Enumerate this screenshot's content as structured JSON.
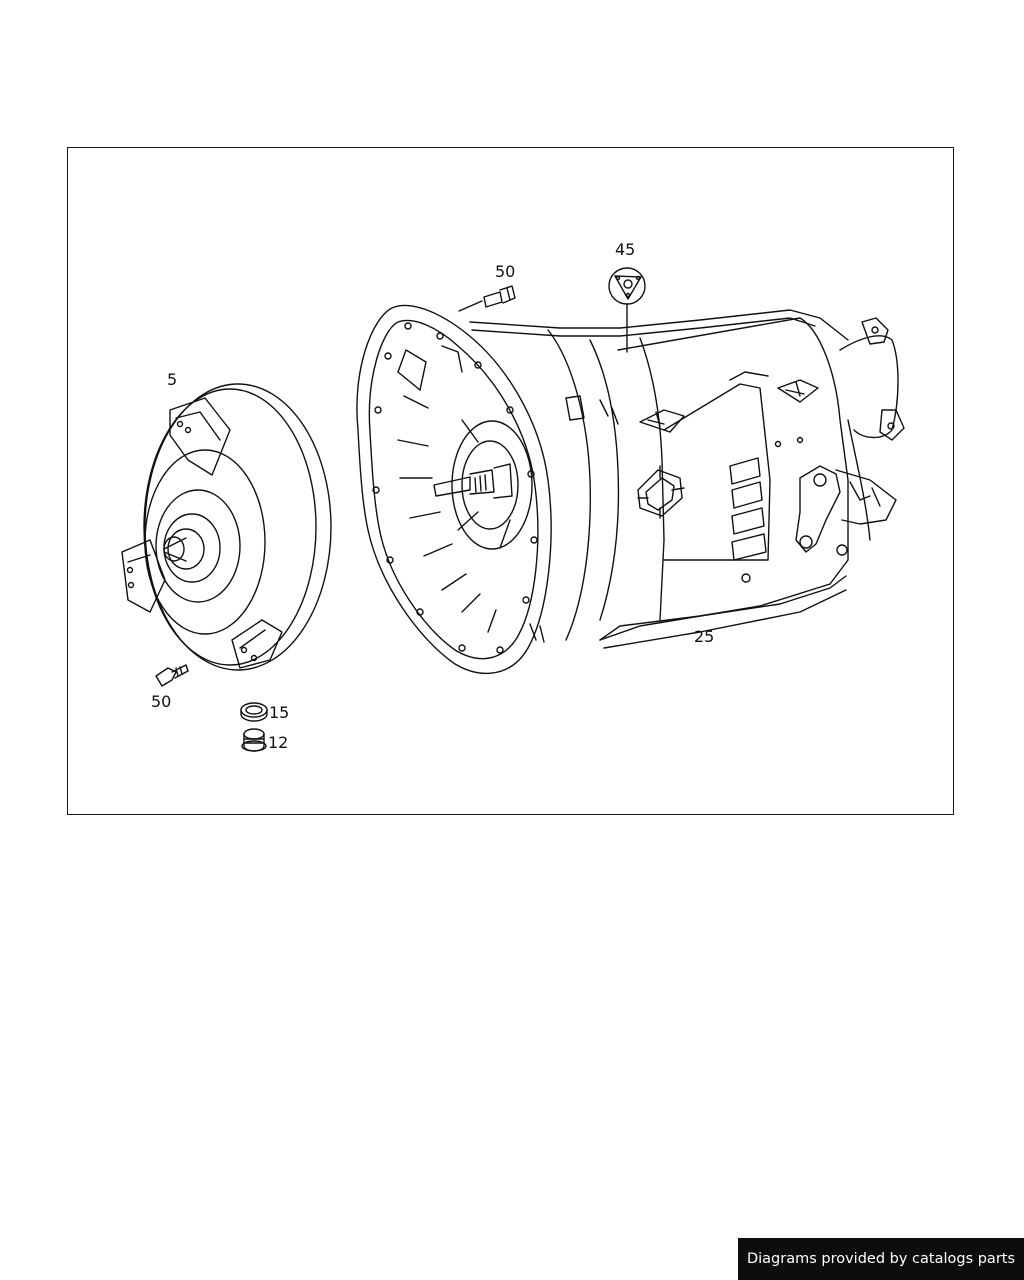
{
  "diagram": {
    "callouts": {
      "converter": "5",
      "converter_bolt": "50",
      "seal_ring": "15",
      "plug": "12",
      "housing_bolt": "50",
      "symbol": "45",
      "transmission": "25"
    }
  },
  "footer": {
    "credit": "Diagrams provided by catalogs parts"
  },
  "colors": {
    "line": "#111111",
    "background": "#ffffff",
    "footer_bg": "#0d0d0d",
    "footer_text": "#ffffff"
  }
}
